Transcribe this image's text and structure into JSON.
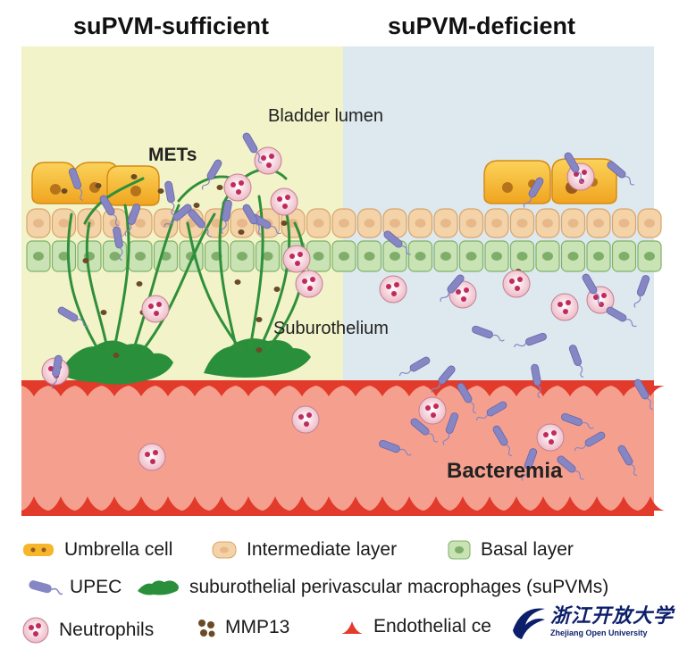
{
  "titles": {
    "left": "suPVM-sufficient",
    "right": "suPVM-deficient"
  },
  "labels": {
    "lumen": "Bladder lumen",
    "mets": "METs",
    "suburothelium": "Suburothelium",
    "bacteremia": "Bacteremia"
  },
  "legend": {
    "umbrella": "Umbrella cell",
    "intermediate": "Intermediate layer",
    "basal": "Basal layer",
    "upec": "UPEC",
    "macrophages": "suburothelial perivascular macrophages (suPVMs)",
    "neutrophils": "Neutrophils",
    "mmp13": "MMP13",
    "endothelial": "Endothelial ce"
  },
  "logo": {
    "chinese": "浙江开放大学",
    "english": "Zhejiang Open University"
  },
  "colors": {
    "left_panel": "#f2f3c9",
    "right_panel": "#dde9ef",
    "vessel": "#f5a08f",
    "endothelial": "#e23a2b",
    "umbrella": "#f5b62c",
    "intermediate": "#f4d3a8",
    "basal": "#c9e3b4",
    "upec": "#8786c4",
    "macrophage": "#2a8f3a",
    "neutrophil": "#f3cfd6",
    "mmp13": "#6b4a28"
  }
}
